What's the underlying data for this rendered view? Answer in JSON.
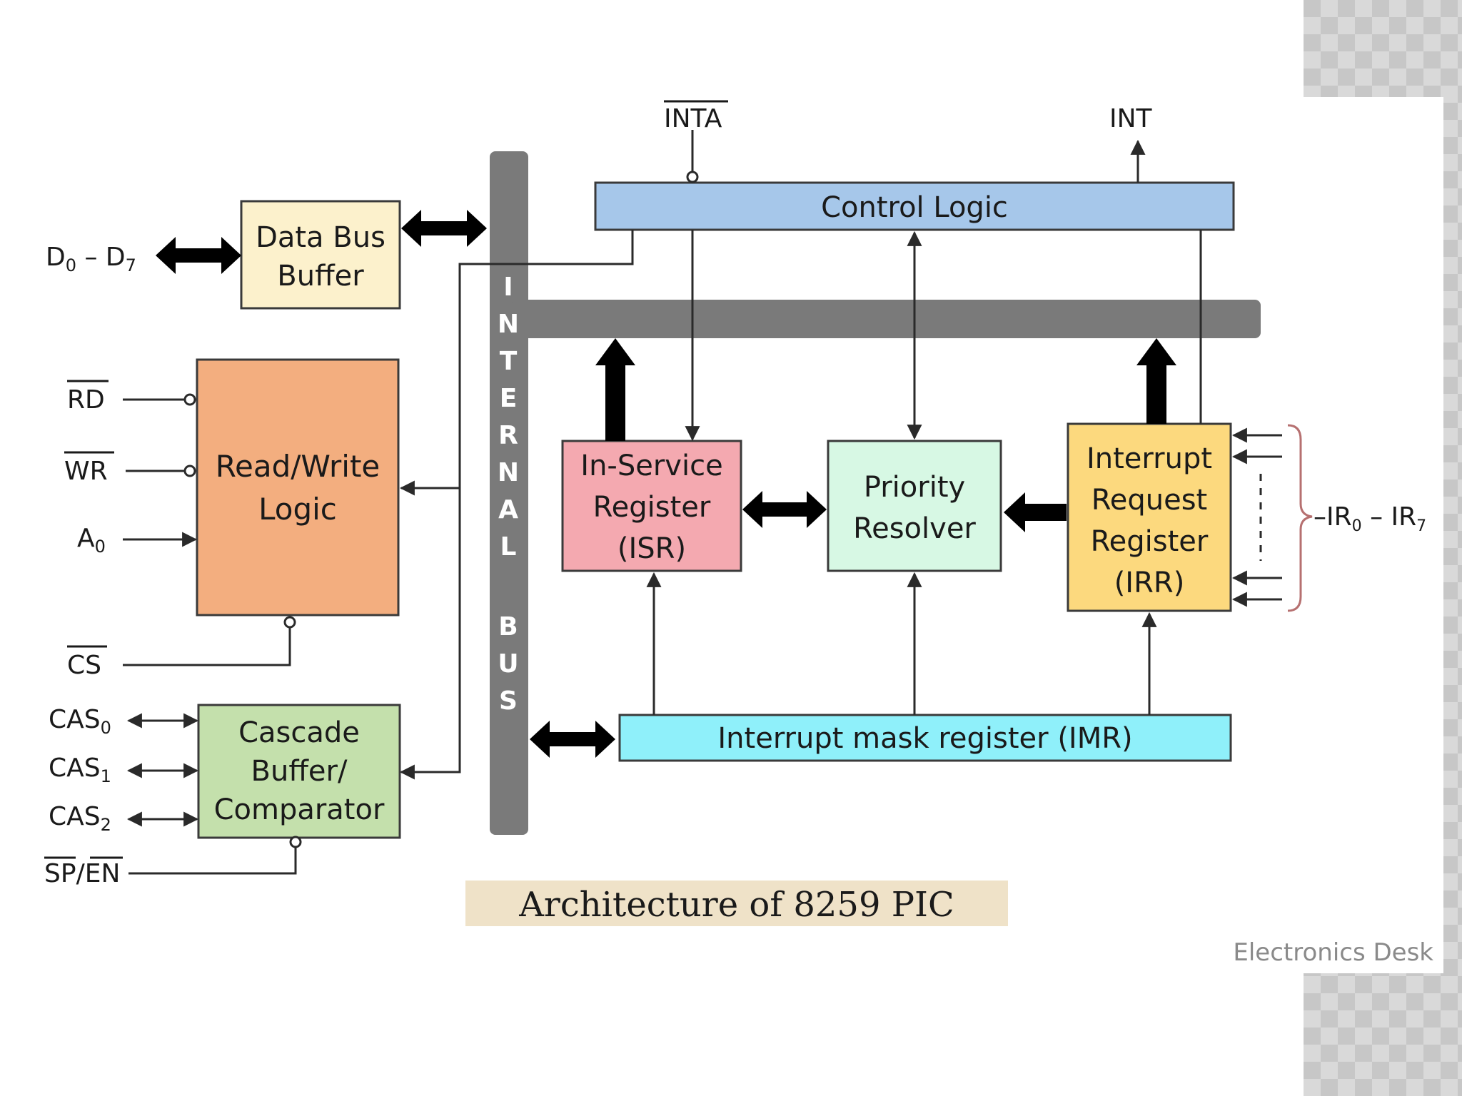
{
  "blocks": {
    "data_bus_buffer": [
      "Data Bus",
      "Buffer"
    ],
    "read_write_logic": [
      "Read/Write",
      "Logic"
    ],
    "cascade_buffer": [
      "Cascade",
      "Buffer/",
      "Comparator"
    ],
    "control_logic": "Control Logic",
    "isr": [
      "In-Service",
      "Register",
      "(ISR)"
    ],
    "priority_resolver": [
      "Priority",
      "Resolver"
    ],
    "irr": [
      "Interrupt",
      "Request",
      "Register",
      "(IRR)"
    ],
    "imr": "Interrupt mask register (IMR)"
  },
  "internal_bus_letters": [
    "I",
    "N",
    "T",
    "E",
    "R",
    "N",
    "A",
    "L",
    "B",
    "U",
    "S"
  ],
  "signals": {
    "data_main": "D",
    "data_sub0": "0",
    "data_dash": " – ",
    "data_sub7": "7",
    "rd": "RD",
    "wr": "WR",
    "a0_main": "A",
    "a0_sub": "0",
    "cs": "CS",
    "cas0_main": "CAS",
    "cas0_sub": "0",
    "cas1_main": "CAS",
    "cas1_sub": "1",
    "cas2_main": "CAS",
    "cas2_sub": "2",
    "sp_en_a": "SP",
    "sp_en_slash": "/",
    "sp_en_b": "EN",
    "inta": "INTA",
    "int": "INT",
    "ir_main": "IR",
    "ir_sub0": "0",
    "ir_dash": " – IR",
    "ir_sub7": "7"
  },
  "caption": "Architecture of 8259 PIC",
  "watermark": "Electronics Desk",
  "colors": {
    "data_bus_buffer": "#fcf1cc",
    "read_write_logic": "#f3ae7f",
    "cascade_buffer": "#c4e0ac",
    "control_logic": "#a6c7ea",
    "isr": "#f4a9b0",
    "priority_resolver": "#d7f8e4",
    "irr": "#fcd97e",
    "imr": "#8ff0fa",
    "bus": "#7a7a7a",
    "caption_bg": "#efe2c8"
  }
}
